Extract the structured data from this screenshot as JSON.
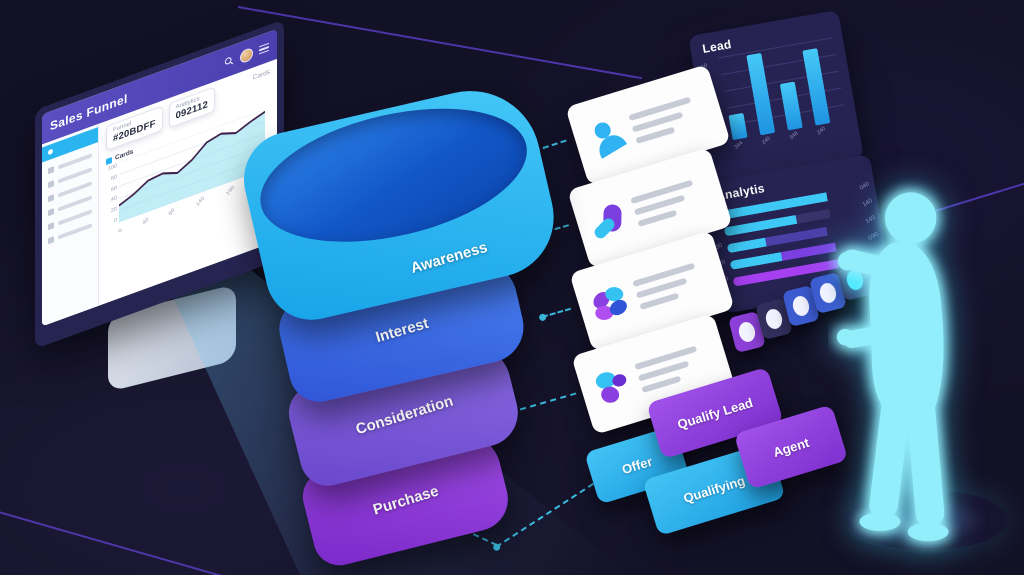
{
  "scene": {
    "description": "Isometric sales funnel marketing illustration"
  },
  "colors": {
    "background": "#131126",
    "accent_cyan": "#3fd0f5",
    "accent_blue": "#3e6be4",
    "accent_purple": "#8b4fd8",
    "accent_violet": "#a14ee8",
    "decor_line": "#5b3fc8"
  },
  "monitor": {
    "title": "Sales Funnel",
    "header_icons": [
      "search-icon",
      "avatar",
      "menu-icon"
    ],
    "sidebar_rows": 6,
    "stats": [
      {
        "label": "Funnel",
        "value": "#20BDFF"
      },
      {
        "label": "Analytics",
        "value": "092112"
      }
    ],
    "cards_link": "Cards",
    "chart": {
      "type": "area",
      "legend": "Cards",
      "y_ticks": [
        "0",
        "20",
        "40",
        "60",
        "80",
        "100"
      ],
      "x_ticks": [
        "0",
        "40",
        "80",
        "140",
        "190",
        "240"
      ],
      "values": [
        28,
        38,
        52,
        55,
        47,
        60,
        80,
        86,
        78,
        88,
        96
      ],
      "ylim": [
        0,
        100
      ]
    }
  },
  "funnel": {
    "stages": [
      {
        "label": "Awareness",
        "color": "#45c8f8",
        "color_dark": "#17a3e8"
      },
      {
        "label": "Interest",
        "color": "#4a83f2",
        "color_dark": "#2f55d6"
      },
      {
        "label": "Consideration",
        "color": "#8a6ce2",
        "color_dark": "#6a47cc"
      },
      {
        "label": "Purchase",
        "color": "#a14ee8",
        "color_dark": "#7a28c8"
      }
    ]
  },
  "contact_cards": [
    {
      "icon": "user-icon",
      "text_lines": 3
    },
    {
      "icon": "shapes-icon",
      "text_lines": 3
    },
    {
      "icon": "cluster-icon",
      "text_lines": 3
    },
    {
      "icon": "blobs-icon",
      "text_lines": 3
    }
  ],
  "lead_chart": {
    "type": "bar",
    "title": "Lead",
    "y_ticks": [
      "0",
      "10",
      "20",
      "30",
      "40",
      "50"
    ],
    "x_labels": [
      "344",
      "240",
      "348",
      "240"
    ],
    "values": [
      15,
      48,
      28,
      45
    ],
    "ylim": [
      0,
      50
    ]
  },
  "analytics_chart": {
    "type": "bar-horizontal",
    "title": "Analytis",
    "left_labels": [
      "30",
      "20",
      "10"
    ],
    "right_labels": [
      "040",
      "140",
      "140",
      "090"
    ],
    "bars": [
      {
        "segments": [
          {
            "color": "#3ec8f5",
            "width": 82
          }
        ]
      },
      {
        "segments": [
          {
            "color": "#3ec8f5",
            "width": 56
          },
          {
            "color": "#38346a",
            "width": 26
          }
        ]
      },
      {
        "segments": [
          {
            "color": "#3ec8f5",
            "width": 30
          },
          {
            "color": "#4b3fa8",
            "width": 48
          }
        ]
      },
      {
        "segments": [
          {
            "color": "#3ec8f5",
            "width": 40
          },
          {
            "color": "#7b3fe0",
            "width": 42
          }
        ]
      },
      {
        "segments": [
          {
            "color": "#a53ff0",
            "width": 86
          }
        ]
      }
    ]
  },
  "chips": [
    {
      "label": "Offer",
      "color": "#2eb6f2"
    },
    {
      "label": "Qualify Lead",
      "color": "#9247df"
    },
    {
      "label": "Qualifying",
      "color": "#2eb6f2"
    },
    {
      "label": "Agent",
      "color": "#9247df"
    }
  ],
  "toggles": [
    {
      "color": "#8b3fd6",
      "dot": "#f2f3ff"
    },
    {
      "color": "#312e5c",
      "dot": "#f2f3ff"
    },
    {
      "color": "#3c5bd0",
      "dot": "#f2f3ff"
    },
    {
      "color": "#3c5bd0",
      "dot": "#f2f3ff"
    },
    {
      "color": "#312e5c",
      "dot": "#52eaff"
    }
  ],
  "figure": {
    "label": "glowing-human-figure"
  }
}
